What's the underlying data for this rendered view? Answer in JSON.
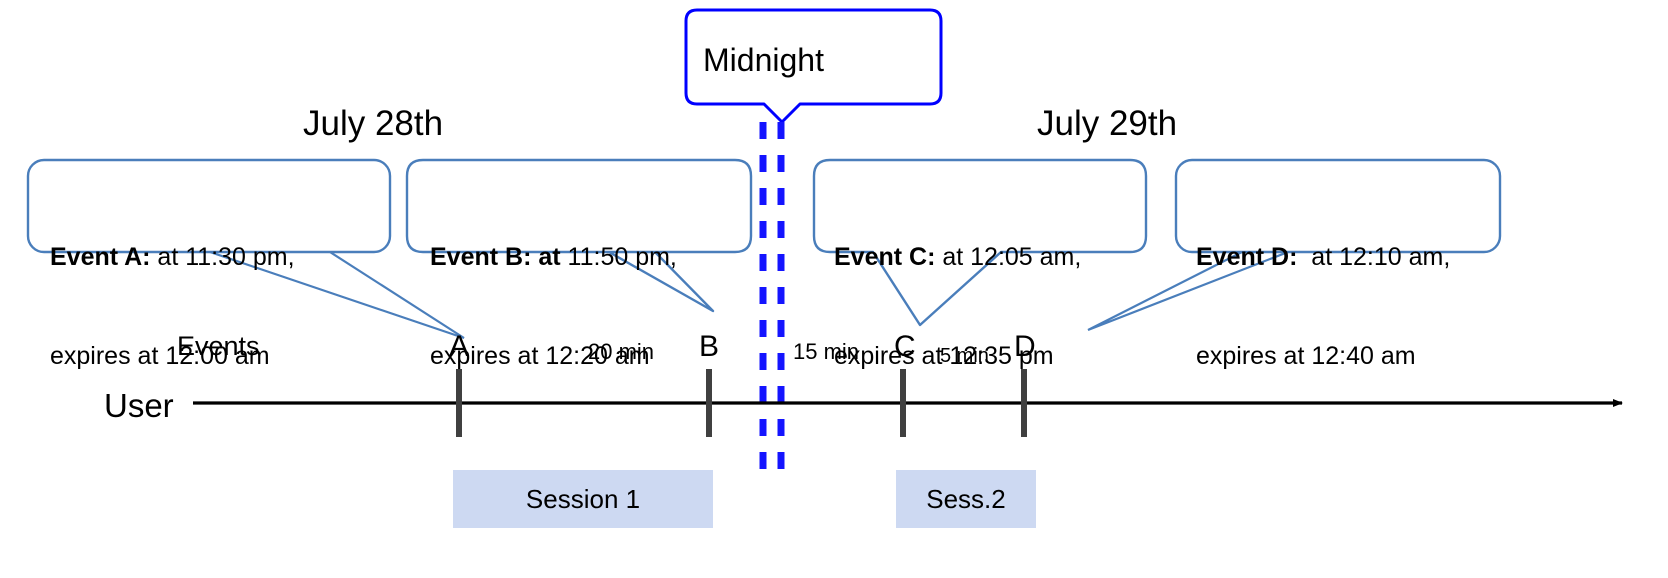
{
  "diagram": {
    "title_midnight": "Midnight",
    "dates": [
      {
        "id": "july-28",
        "label": "July 28th"
      },
      {
        "id": "july-29",
        "label": "July 29th"
      }
    ],
    "axis": {
      "user_label": "User",
      "events_label": "Events"
    },
    "callouts": [
      {
        "id": "event-a",
        "bold": "Event A:",
        "rest_line1": " at 11:30 pm,",
        "line2": "expires at 12:00 am"
      },
      {
        "id": "event-b",
        "bold": "Event B: at",
        "rest_line1": " 11:50 pm,",
        "line2": "expires at 12:20 am"
      },
      {
        "id": "event-c",
        "bold": "Event C:",
        "rest_line1": " at 12:05 am,",
        "line2": "expires at 12:35 pm"
      },
      {
        "id": "event-d",
        "bold": "Event D:",
        "rest_line1": "  at 12:10 am,",
        "line2": "expires at 12:40 am"
      }
    ],
    "markers": [
      {
        "id": "marker-a",
        "label": "A"
      },
      {
        "id": "marker-b",
        "label": "B"
      },
      {
        "id": "marker-c",
        "label": "C"
      },
      {
        "id": "marker-d",
        "label": "D"
      }
    ],
    "gaps": [
      {
        "id": "gap-ab",
        "label": "20 min"
      },
      {
        "id": "gap-bc",
        "label": "15 min"
      },
      {
        "id": "gap-cd",
        "label": "5 min"
      }
    ],
    "sessions": [
      {
        "id": "session-1",
        "label": "Session 1"
      },
      {
        "id": "session-2",
        "label": "Sess.2"
      }
    ],
    "colors": {
      "callout_border": "#4a7ebb",
      "midnight_border": "#0000ff",
      "midnight_dash": "#1414ff",
      "session_fill": "#cdd9f2",
      "timeline": "#000000",
      "tick": "#404040"
    }
  }
}
